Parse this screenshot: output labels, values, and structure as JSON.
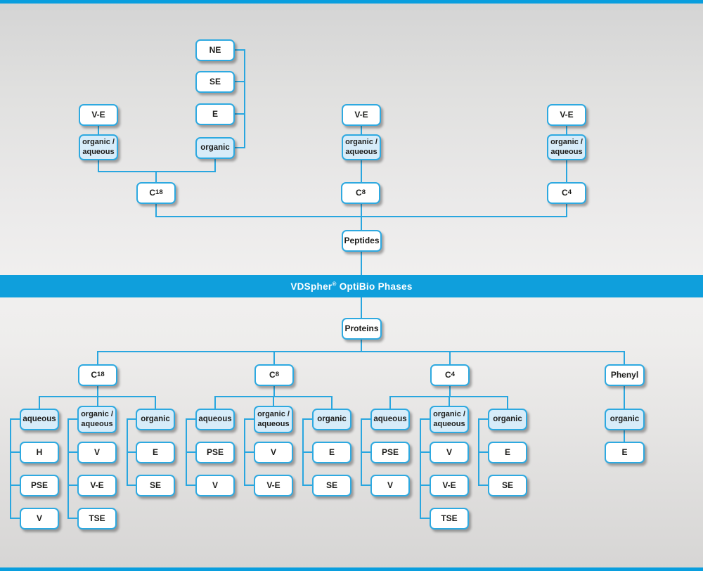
{
  "colors": {
    "accent_blue": "#0f9fdc",
    "line_blue": "#29a6df",
    "category_fill": "#d7ecf9",
    "node_fill": "#ffffff"
  },
  "banner": {
    "title": "VDSpher® OptiBio Phases"
  },
  "peptides": {
    "root_label": "Peptides",
    "c18": {
      "column_label": "C18",
      "ve_label": "V-E",
      "organic_aqueous_label": "organic /\naqueous",
      "organic_label": "organic",
      "organic_modes": [
        "NE",
        "SE",
        "E"
      ]
    },
    "c8": {
      "column_label": "C8",
      "ve_label": "V-E",
      "organic_aqueous_label": "organic /\naqueous"
    },
    "c4": {
      "column_label": "C4",
      "ve_label": "V-E",
      "organic_aqueous_label": "organic /\naqueous"
    }
  },
  "proteins": {
    "root_label": "Proteins",
    "columns": [
      {
        "label": "C18",
        "groups": [
          {
            "label": "aqueous",
            "children": [
              "H",
              "PSE",
              "V"
            ]
          },
          {
            "label": "organic /\naqueous",
            "children": [
              "V",
              "V-E",
              "TSE"
            ]
          },
          {
            "label": "organic",
            "children": [
              "E",
              "SE"
            ]
          }
        ]
      },
      {
        "label": "C8",
        "groups": [
          {
            "label": "aqueous",
            "children": [
              "PSE",
              "V"
            ]
          },
          {
            "label": "organic /\naqueous",
            "children": [
              "V",
              "V-E"
            ]
          },
          {
            "label": "organic",
            "children": [
              "E",
              "SE"
            ]
          }
        ]
      },
      {
        "label": "C4",
        "groups": [
          {
            "label": "aqueous",
            "children": [
              "PSE",
              "V"
            ]
          },
          {
            "label": "organic /\naqueous",
            "children": [
              "V",
              "V-E",
              "TSE"
            ]
          },
          {
            "label": "organic",
            "children": [
              "E",
              "SE"
            ]
          }
        ]
      },
      {
        "label": "Phenyl",
        "groups": [
          {
            "label": "organic",
            "children": [
              "E"
            ]
          }
        ]
      }
    ]
  }
}
